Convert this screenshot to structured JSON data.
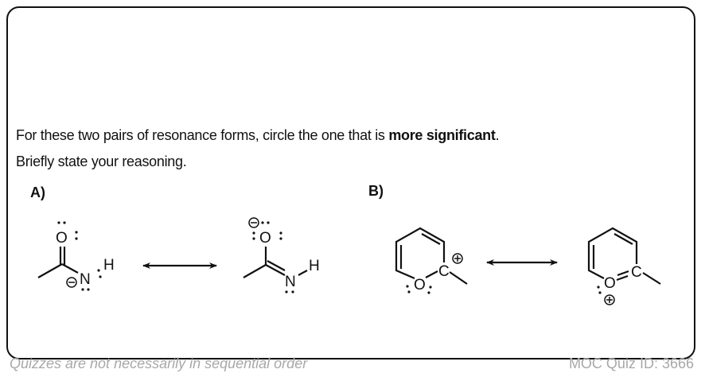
{
  "question": {
    "line1_prefix": "For these two pairs of resonance forms, circle the one that is ",
    "line1_bold": "more significant",
    "line1_suffix": ".",
    "line2": "Briefly state your reasoning."
  },
  "parts": [
    {
      "label": "A)",
      "atoms": {
        "O": "O",
        "N": "N",
        "H": "H"
      }
    },
    {
      "label": "B)",
      "atoms": {
        "O": "O",
        "C": "C"
      }
    }
  ],
  "footer": {
    "left": "Quizzes are not necessarily in sequential order",
    "right": "MOC Quiz ID: 3666"
  }
}
